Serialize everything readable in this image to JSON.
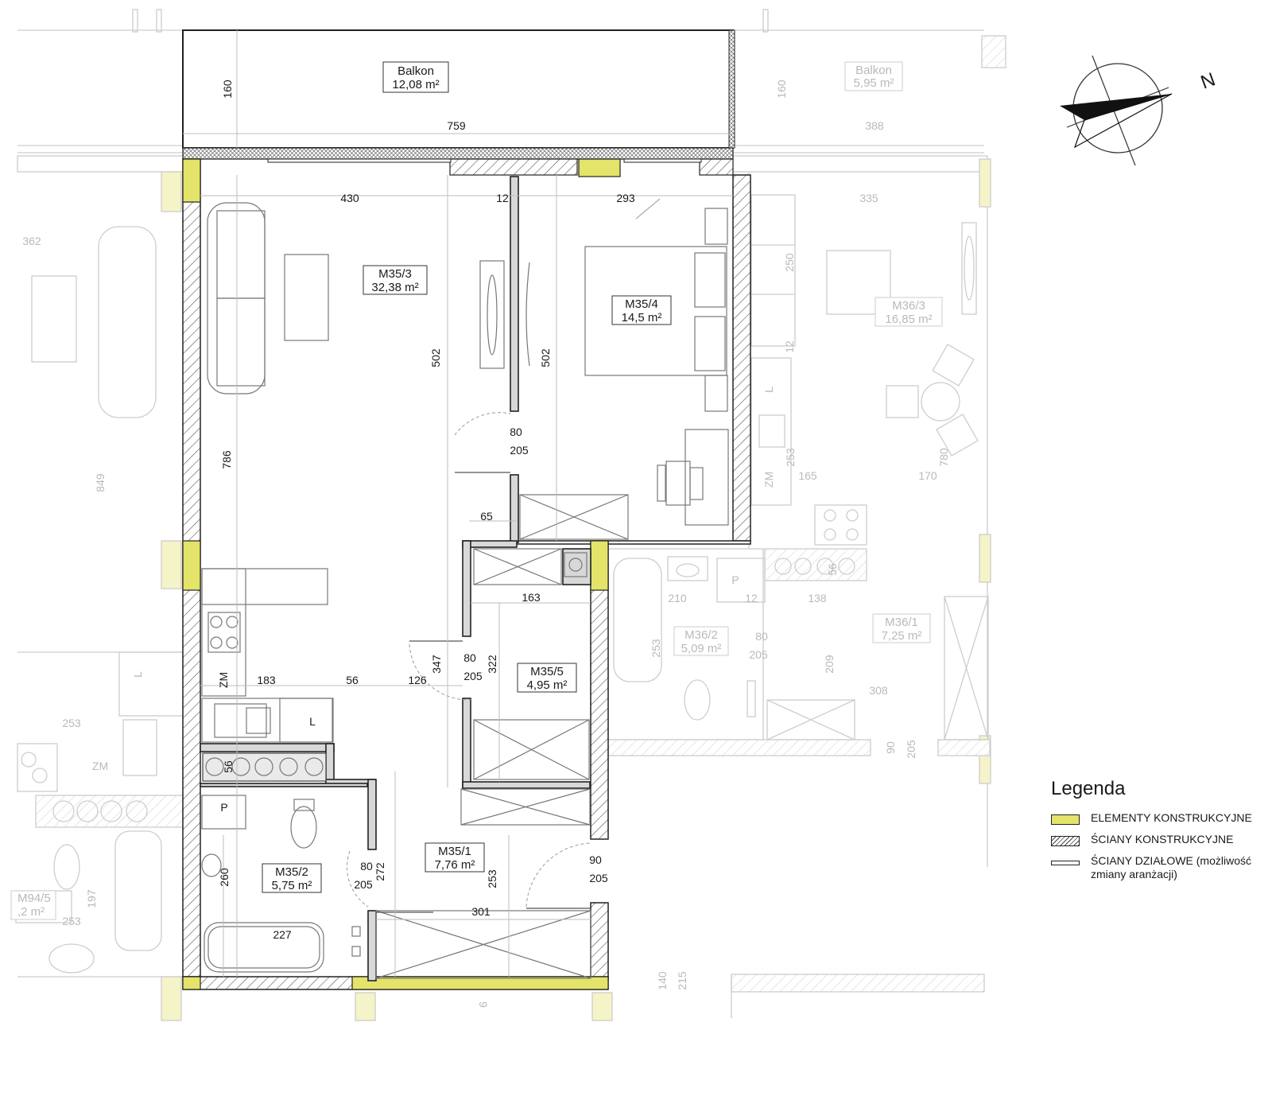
{
  "rooms": {
    "balcony_main": {
      "name": "Balkon",
      "area": "12,08 m²"
    },
    "balcony_other": {
      "name": "Balkon",
      "area": "5,95 m²"
    },
    "living": {
      "name": "M35/3",
      "area": "32,38 m²"
    },
    "bedroom": {
      "name": "M35/4",
      "area": "14,5 m²"
    },
    "wardrobe": {
      "name": "M35/5",
      "area": "4,95 m²"
    },
    "hall": {
      "name": "M35/1",
      "area": "7,76 m²"
    },
    "bath": {
      "name": "M35/2",
      "area": "5,75 m²"
    },
    "n_bath": {
      "name": "M36/2",
      "area": "5,09 m²"
    },
    "n_room": {
      "name": "M36/3",
      "area": "16,85 m²"
    },
    "n_hall": {
      "name": "M36/1",
      "area": "7,25 m²"
    },
    "w_unit": {
      "name": "M94/5",
      "area": ",2 m²"
    }
  },
  "dims": {
    "balcony_depth": "160",
    "balcony_width": "759",
    "balcony_other_width": "388",
    "balcony_other_depth": "160",
    "living_width": "430",
    "wall_gap": "12",
    "bedroom_width": "293",
    "n_room_width": "335",
    "living_left": "362",
    "bedroom_depth": "250",
    "n_small": "12",
    "living_height": "502",
    "bedroom_height": "502",
    "total_height": "786",
    "left_849": "849",
    "door1_w": "80",
    "door1_h": "205",
    "n_253": "253",
    "n_165": "165",
    "n_170": "170",
    "n_780": "780",
    "d65": "65",
    "wardrobe_width": "163",
    "n_210": "210",
    "n_12b": "12",
    "n_138": "138",
    "n_door_w": "80",
    "n_door_h": "205",
    "n_253b": "253",
    "n_209": "209",
    "n_308": "308",
    "d347": "347",
    "door2_w": "80",
    "door2_h": "205",
    "wardrobe_height": "322",
    "k183": "183",
    "k56": "56",
    "k126": "126",
    "w_253": "253",
    "duct56": "56",
    "n_duct56": "56",
    "n_90": "90",
    "n_205": "205",
    "bath_260": "260",
    "door3_w": "80",
    "door3_h": "205",
    "d272": "272",
    "hall_253": "253",
    "entry_w": "90",
    "entry_h": "205",
    "hall_301": "301",
    "tub_227": "227",
    "w_197": "197",
    "w_253b": "253",
    "b140": "140",
    "b215": "215",
    "b9": "9"
  },
  "labels": {
    "zm1": "ZM",
    "zm_n": "ZM",
    "zm_w": "ZM",
    "p1": "P",
    "p_n": "P",
    "l1": "L",
    "l_n": "L",
    "l_w": "L"
  },
  "compass": {
    "north": "N"
  },
  "legend": {
    "title": "Legenda",
    "items": [
      "ELEMENTY KONSTRUKCYJNE",
      "ŚCIANY KONSTRUKCYJNE",
      "ŚCIANY DZIAŁOWE (możliwość zmiany aranżacji)"
    ]
  },
  "colors": {
    "konstrukcyjne": "#e4e36a",
    "wall": "#444444",
    "ghost": "#b9b9b9",
    "partition": "#2b2b2b"
  }
}
